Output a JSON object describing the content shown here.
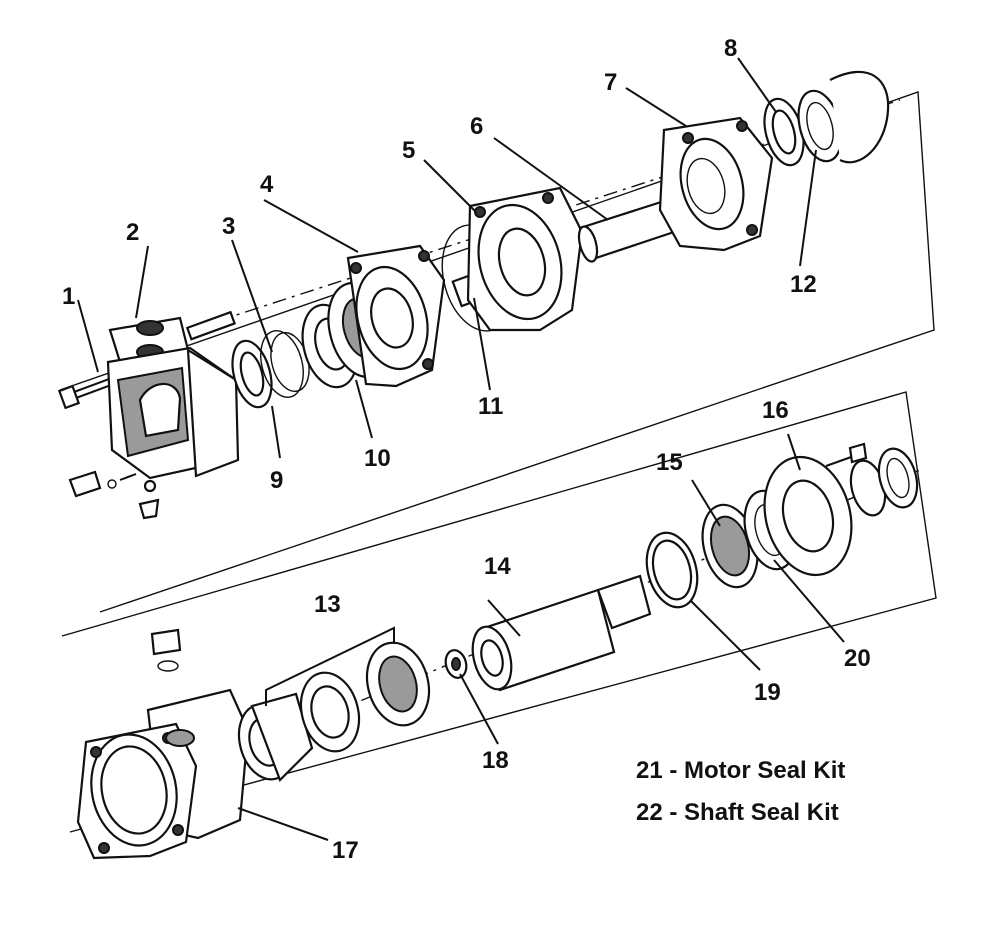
{
  "callouts": [
    "1",
    "2",
    "3",
    "4",
    "5",
    "6",
    "7",
    "8",
    "9",
    "10",
    "11",
    "12",
    "13",
    "14",
    "15",
    "16",
    "17",
    "18",
    "19",
    "20"
  ],
  "kits": [
    {
      "line": "21 - Motor Seal Kit"
    },
    {
      "line": "22 - Shaft Seal Kit"
    }
  ]
}
